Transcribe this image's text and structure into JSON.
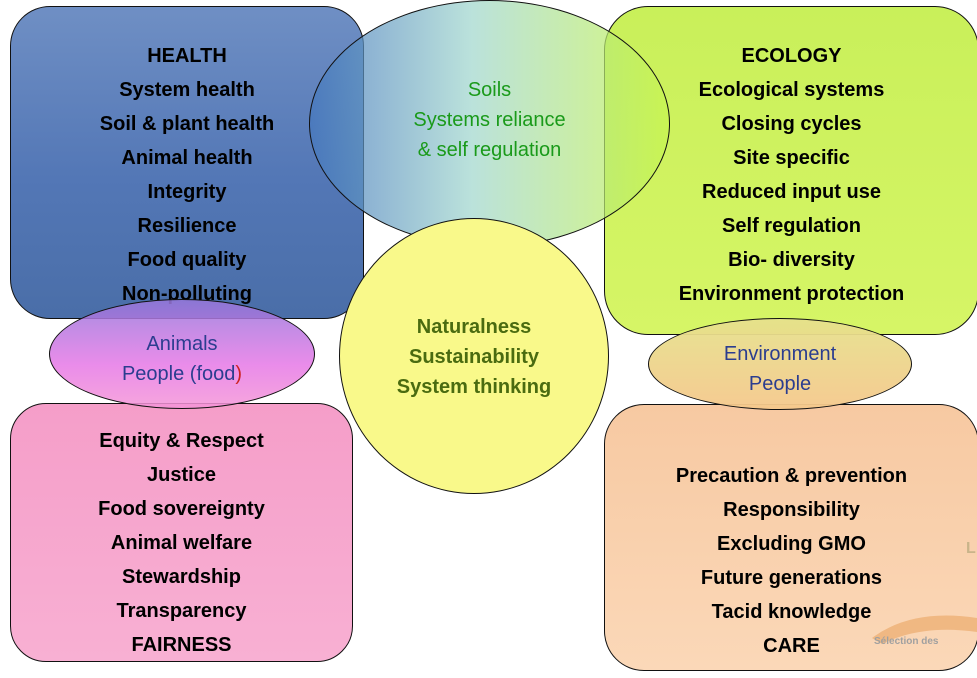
{
  "health": {
    "lines": [
      "HEALTH",
      "System health",
      "Soil & plant health",
      "Animal health",
      "Integrity",
      "Resilience",
      "Food quality",
      "Non-polluting"
    ]
  },
  "ecology": {
    "lines": [
      "ECOLOGY",
      "Ecological systems",
      "Closing cycles",
      "Site specific",
      "Reduced input use",
      "Self regulation",
      "Bio- diversity",
      "Environment protection"
    ]
  },
  "fairness": {
    "lines": [
      "Equity & Respect",
      "Justice",
      "Food sovereignty",
      "Animal welfare",
      "Stewardship",
      "Transparency",
      "FAIRNESS"
    ]
  },
  "care": {
    "lines": [
      "Precaution & prevention",
      "Responsibility",
      "Excluding GMO",
      "Future generations",
      "Tacid knowledge",
      "CARE"
    ]
  },
  "soils_overlap": {
    "lines": [
      "Soils",
      "Systems reliance",
      "& self regulation"
    ],
    "color": "#1a9a1a"
  },
  "animals_overlap": {
    "line1": "Animals",
    "line2_main": "People (food",
    "line2_end": ")",
    "color": "#2b3d8f",
    "end_color": "#cc2222"
  },
  "environment_overlap": {
    "lines": [
      "Environment",
      "People"
    ],
    "color": "#2b3d8f"
  },
  "center": {
    "lines": [
      "Naturalness",
      "Sustainability",
      "System thinking"
    ],
    "color": "#4a6b10"
  },
  "partial_text": {
    "right_top": "Un",
    "watermark_bottom": "Sélection des"
  },
  "colors": {
    "health_bg": "#5377b6",
    "ecology_bg": "#cdf25e",
    "fairness_bg": "#f7a8cf",
    "care_bg": "#f9d1ad",
    "center_bg": "#f9f98a"
  }
}
